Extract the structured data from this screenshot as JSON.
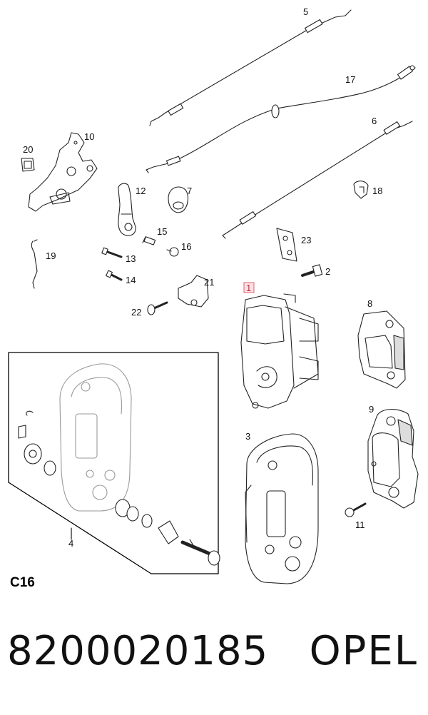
{
  "diagram": {
    "callouts": [
      {
        "id": "5",
        "text": "5"
      },
      {
        "id": "17",
        "text": "17"
      },
      {
        "id": "6",
        "text": "6"
      },
      {
        "id": "10",
        "text": "10"
      },
      {
        "id": "20",
        "text": "20"
      },
      {
        "id": "12",
        "text": "12"
      },
      {
        "id": "7",
        "text": "7"
      },
      {
        "id": "18",
        "text": "18"
      },
      {
        "id": "15",
        "text": "15"
      },
      {
        "id": "16",
        "text": "16"
      },
      {
        "id": "23",
        "text": "23"
      },
      {
        "id": "19",
        "text": "19"
      },
      {
        "id": "13",
        "text": "13"
      },
      {
        "id": "14",
        "text": "14"
      },
      {
        "id": "2",
        "text": "2"
      },
      {
        "id": "21",
        "text": "21"
      },
      {
        "id": "1",
        "text": "1",
        "highlighted": true
      },
      {
        "id": "22",
        "text": "22"
      },
      {
        "id": "8",
        "text": "8"
      },
      {
        "id": "9",
        "text": "9"
      },
      {
        "id": "3",
        "text": "3"
      },
      {
        "id": "11",
        "text": "11"
      },
      {
        "id": "4",
        "text": "4"
      }
    ],
    "section_code": "C16",
    "highlight_color": "#e06070"
  },
  "footer": {
    "part_number": "8200020185",
    "brand": "OPEL"
  }
}
